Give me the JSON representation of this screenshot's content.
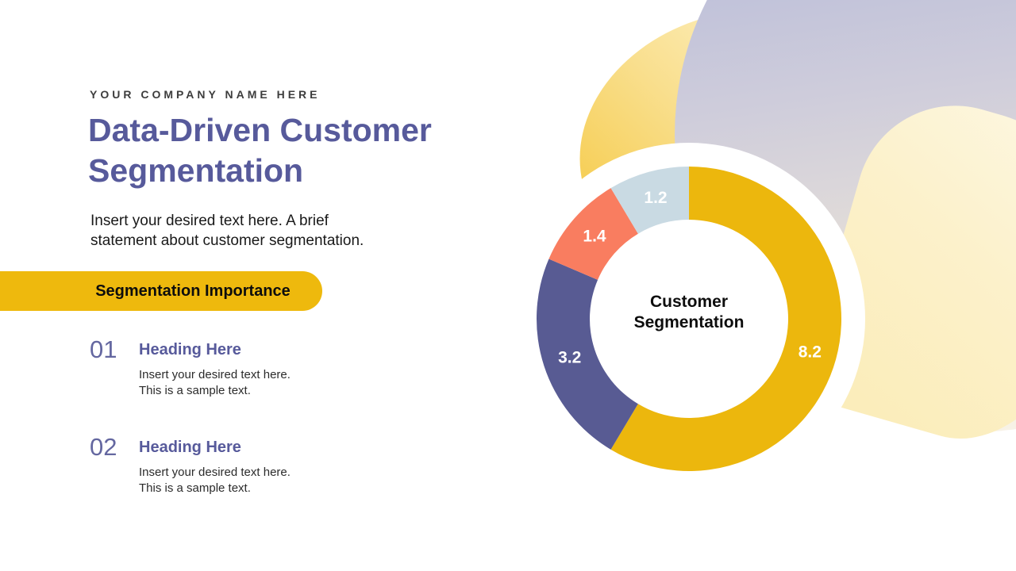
{
  "slide": {
    "company_name": "YOUR COMPANY NAME HERE",
    "title": "Data-Driven Customer Segmentation",
    "intro": "Insert your desired text here. A brief statement about customer segmentation.",
    "banner_label": "Segmentation Importance",
    "items": [
      {
        "number": "01",
        "heading": "Heading Here",
        "body": "Insert your desired text here. This is a sample text."
      },
      {
        "number": "02",
        "heading": "Heading Here",
        "body": "Insert your desired text here. This is a sample text."
      }
    ]
  },
  "theme": {
    "accent_yellow": "#EEB90D",
    "heading_purple": "#575A9B",
    "background": "#FFFFFF"
  },
  "chart_data": {
    "type": "pie",
    "variant": "donut",
    "center_label": "Customer Segmentation",
    "start_angle_deg": 0,
    "direction": "clockwise",
    "total": 14,
    "value_label_color": "#FFFFFF",
    "segments": [
      {
        "label": "8.2",
        "value": 8.2,
        "color": "#ECB70D"
      },
      {
        "label": "3.2",
        "value": 3.2,
        "color": "#585B93"
      },
      {
        "label": "1.4",
        "value": 1.4,
        "color": "#F97D60"
      },
      {
        "label": "1.2",
        "value": 1.2,
        "color": "#C9DAE3"
      }
    ]
  }
}
